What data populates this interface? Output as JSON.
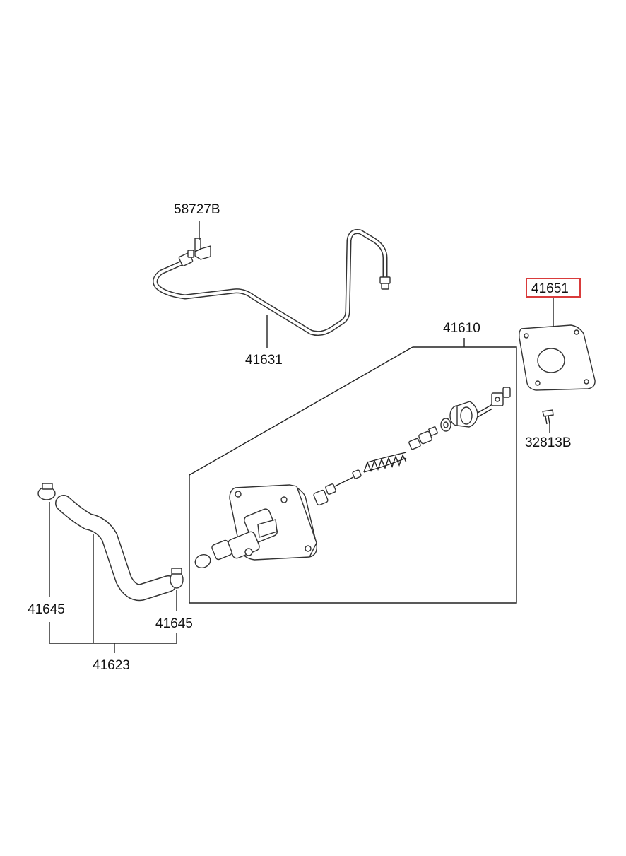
{
  "labels": {
    "p58727b": "58727B",
    "p41631": "41631",
    "p41651": "41651",
    "p41610": "41610",
    "p32813b": "32813B",
    "p41645_left": "41645",
    "p41645_right": "41645",
    "p41623": "41623"
  },
  "highlight": {
    "part": "41651",
    "color": "#d93b3b"
  }
}
